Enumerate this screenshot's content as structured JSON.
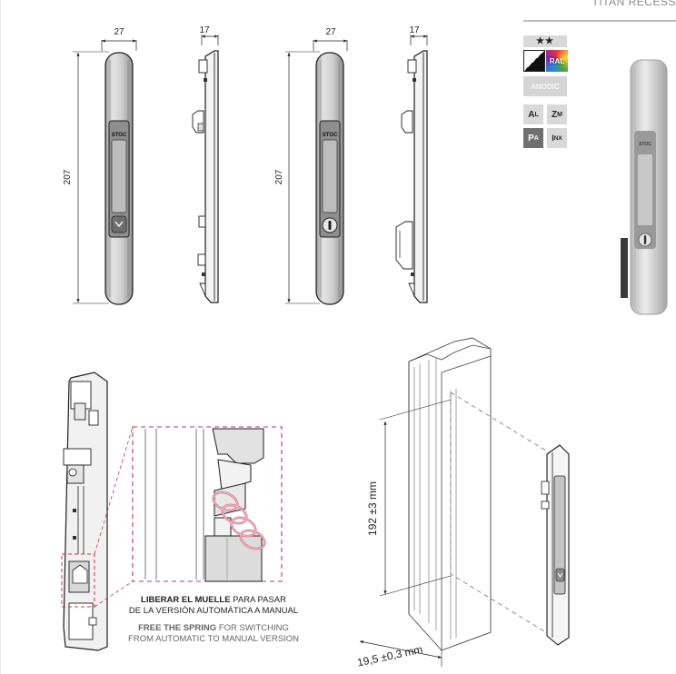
{
  "header": {
    "title": "TITAN RECESS"
  },
  "dimensions": {
    "view1_width": "27",
    "view1_height": "207",
    "view2_depth": "17",
    "view3_width": "27",
    "view3_height": "207",
    "view4_depth": "17",
    "install_height": "192 ±3 mm",
    "install_depth": "19,5 ±0,3 mm"
  },
  "brand_mark": "STOC",
  "finish_badges": {
    "stars": "★★",
    "ral": "RAL",
    "anodic": "ANODIC",
    "al_main": "A",
    "al_sub": "L",
    "zm_main": "Z",
    "zm_sub": "M",
    "pa_main": "P",
    "pa_sub": "A",
    "inx_main": "I",
    "inx_sub": "NX"
  },
  "caption": {
    "es_bold": "LIBERAR EL MUELLE",
    "es_rest": " PARA PASAR",
    "es_line2": "DE LA VERSIÓN AUTOMÁTICA A MANUAL",
    "en_bold": "FREE THE SPRING",
    "en_rest": " FOR SWITCHING",
    "en_line2": "FROM AUTOMATIC TO MANUAL VERSION"
  },
  "colors": {
    "aluminium": "#c9c9c9",
    "outline": "#1e1e1e",
    "dashed_frame": "#c0394b",
    "spring": "#e08a9a",
    "badge_grey": "#bfbfbf",
    "badge_dark": "#7a7a7a"
  }
}
